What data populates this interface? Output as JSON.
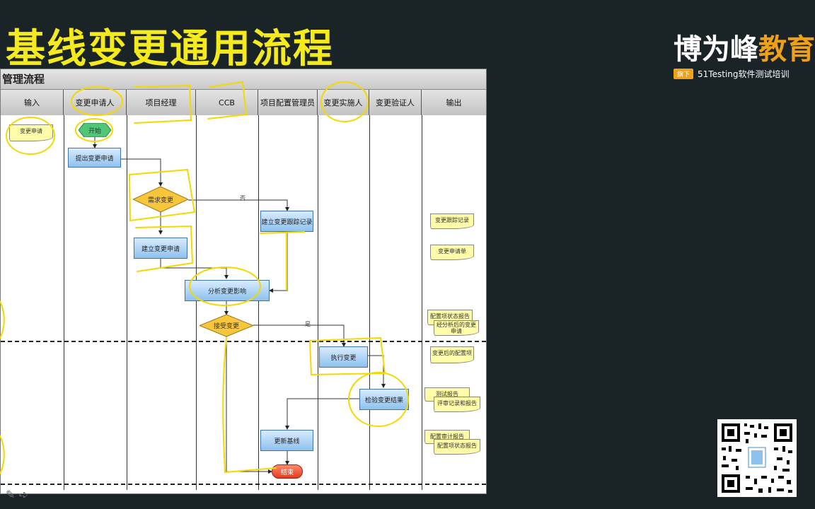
{
  "slide": {
    "title": "基线变更通用流程"
  },
  "brand": {
    "name_white": "博为峰",
    "name_orange": "教育",
    "tag": "旗下",
    "subtitle": "51Testing软件测试培训"
  },
  "diagram": {
    "header": "管理流程",
    "lanes": [
      "输入",
      "变更申请人",
      "项目经理",
      "CCB",
      "项目配置管理员",
      "变更实施人",
      "变更验证人",
      "输出"
    ],
    "nodes": {
      "start": "开始",
      "submit": "提出变更申请",
      "decision_req": "需求变更",
      "create_track": "建立变更跟踪记录",
      "create_request": "建立变更申请",
      "analyze": "分析变更影响",
      "decision_accept": "接受变更",
      "execute": "执行变更",
      "verify": "检验变更结果",
      "update_baseline": "更新基线",
      "end": "结束"
    },
    "edge_labels": {
      "no": "否",
      "yes": "是"
    },
    "input_docs": [
      "变更申请"
    ],
    "output_docs": [
      "变更跟踪记录",
      "变更申请单",
      "配置项状态报告",
      "经分析后的变更申请",
      "变更后的配置项",
      "测试报告",
      "评审记录和报告",
      "配置审计报告",
      "配置项状态报告"
    ]
  },
  "colors": {
    "title": "#f5ea1c",
    "brand_orange": "#f0a11a",
    "annotation": "#f5d800",
    "background": "#1a2326"
  }
}
